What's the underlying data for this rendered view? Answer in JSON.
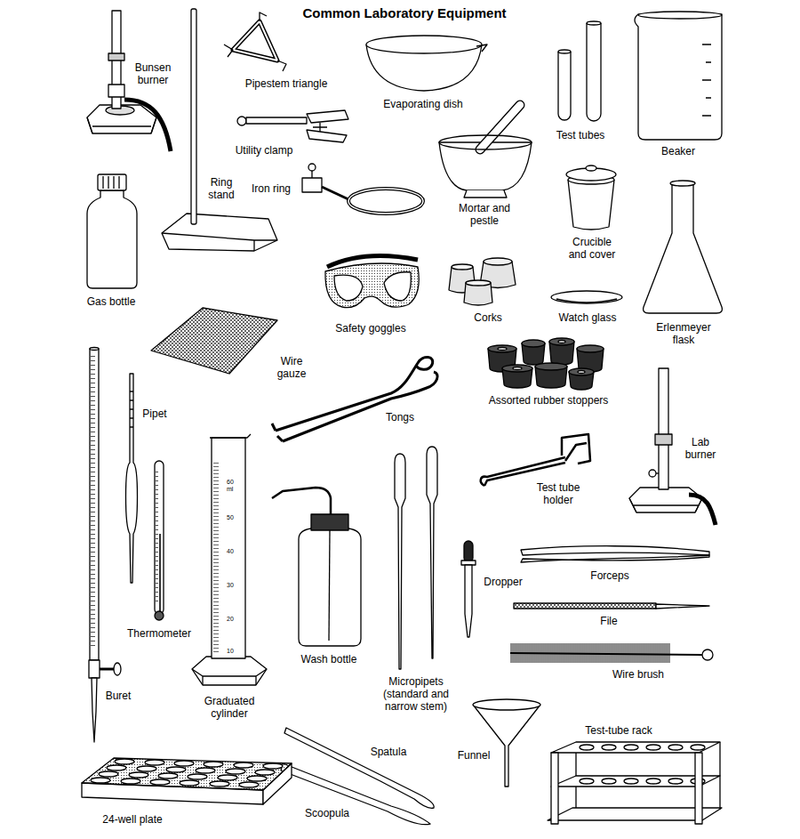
{
  "diagram": {
    "title": "Common Laboratory Equipment",
    "labels": [
      "Bunsen burner",
      "Pipestem triangle",
      "Evaporating dish",
      "Test tubes",
      "Beaker",
      "Utility clamp",
      "Ring stand",
      "Iron ring",
      "Mortar and pestle",
      "Crucible and cover",
      "Gas bottle",
      "Safety goggles",
      "Corks",
      "Watch glass",
      "Erlenmeyer flask",
      "Wire gauze",
      "Tongs",
      "Assorted rubber stoppers",
      "Pipet",
      "Lab burner",
      "Test tube holder",
      "Thermometer",
      "Wash bottle",
      "Micropipets (standard and narrow stem)",
      "Dropper",
      "Forceps",
      "File",
      "Wire brush",
      "Buret",
      "Graduated cylinder",
      "Funnel",
      "Test-tube rack",
      "Spatula",
      "Scoopula",
      "24-well plate",
      "60",
      "ml",
      "50",
      "40",
      "30",
      "20",
      "10"
    ]
  }
}
